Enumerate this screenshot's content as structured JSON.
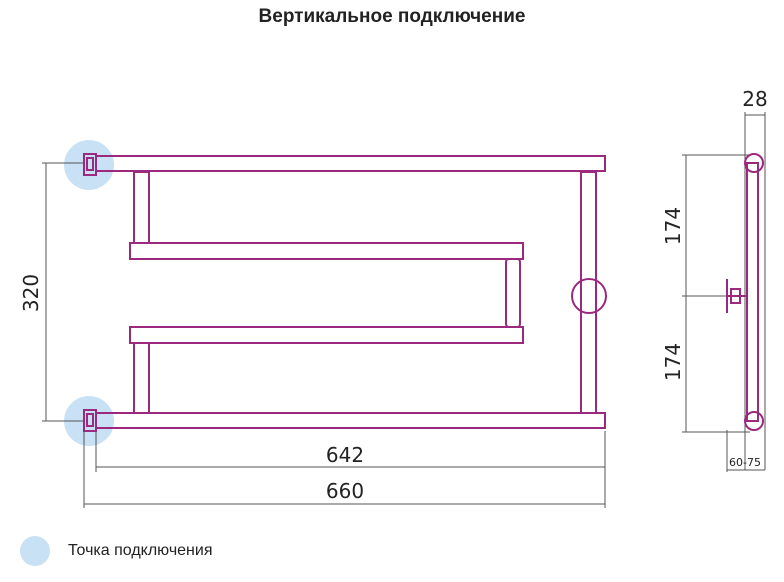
{
  "title": "Вертикальное подключение",
  "front_view": {
    "height_dim": "320",
    "inner_width_dim": "642",
    "outer_width_dim": "660"
  },
  "side_view": {
    "depth_dim": "28",
    "upper_dim": "174",
    "lower_dim": "174",
    "wall_gap_dim": "60-75"
  },
  "legend": {
    "label": "Точка подключения"
  },
  "colors": {
    "pipe": "#9b2a7f",
    "connection_point": "#c8e1f4",
    "dimension_line": "#555555"
  }
}
